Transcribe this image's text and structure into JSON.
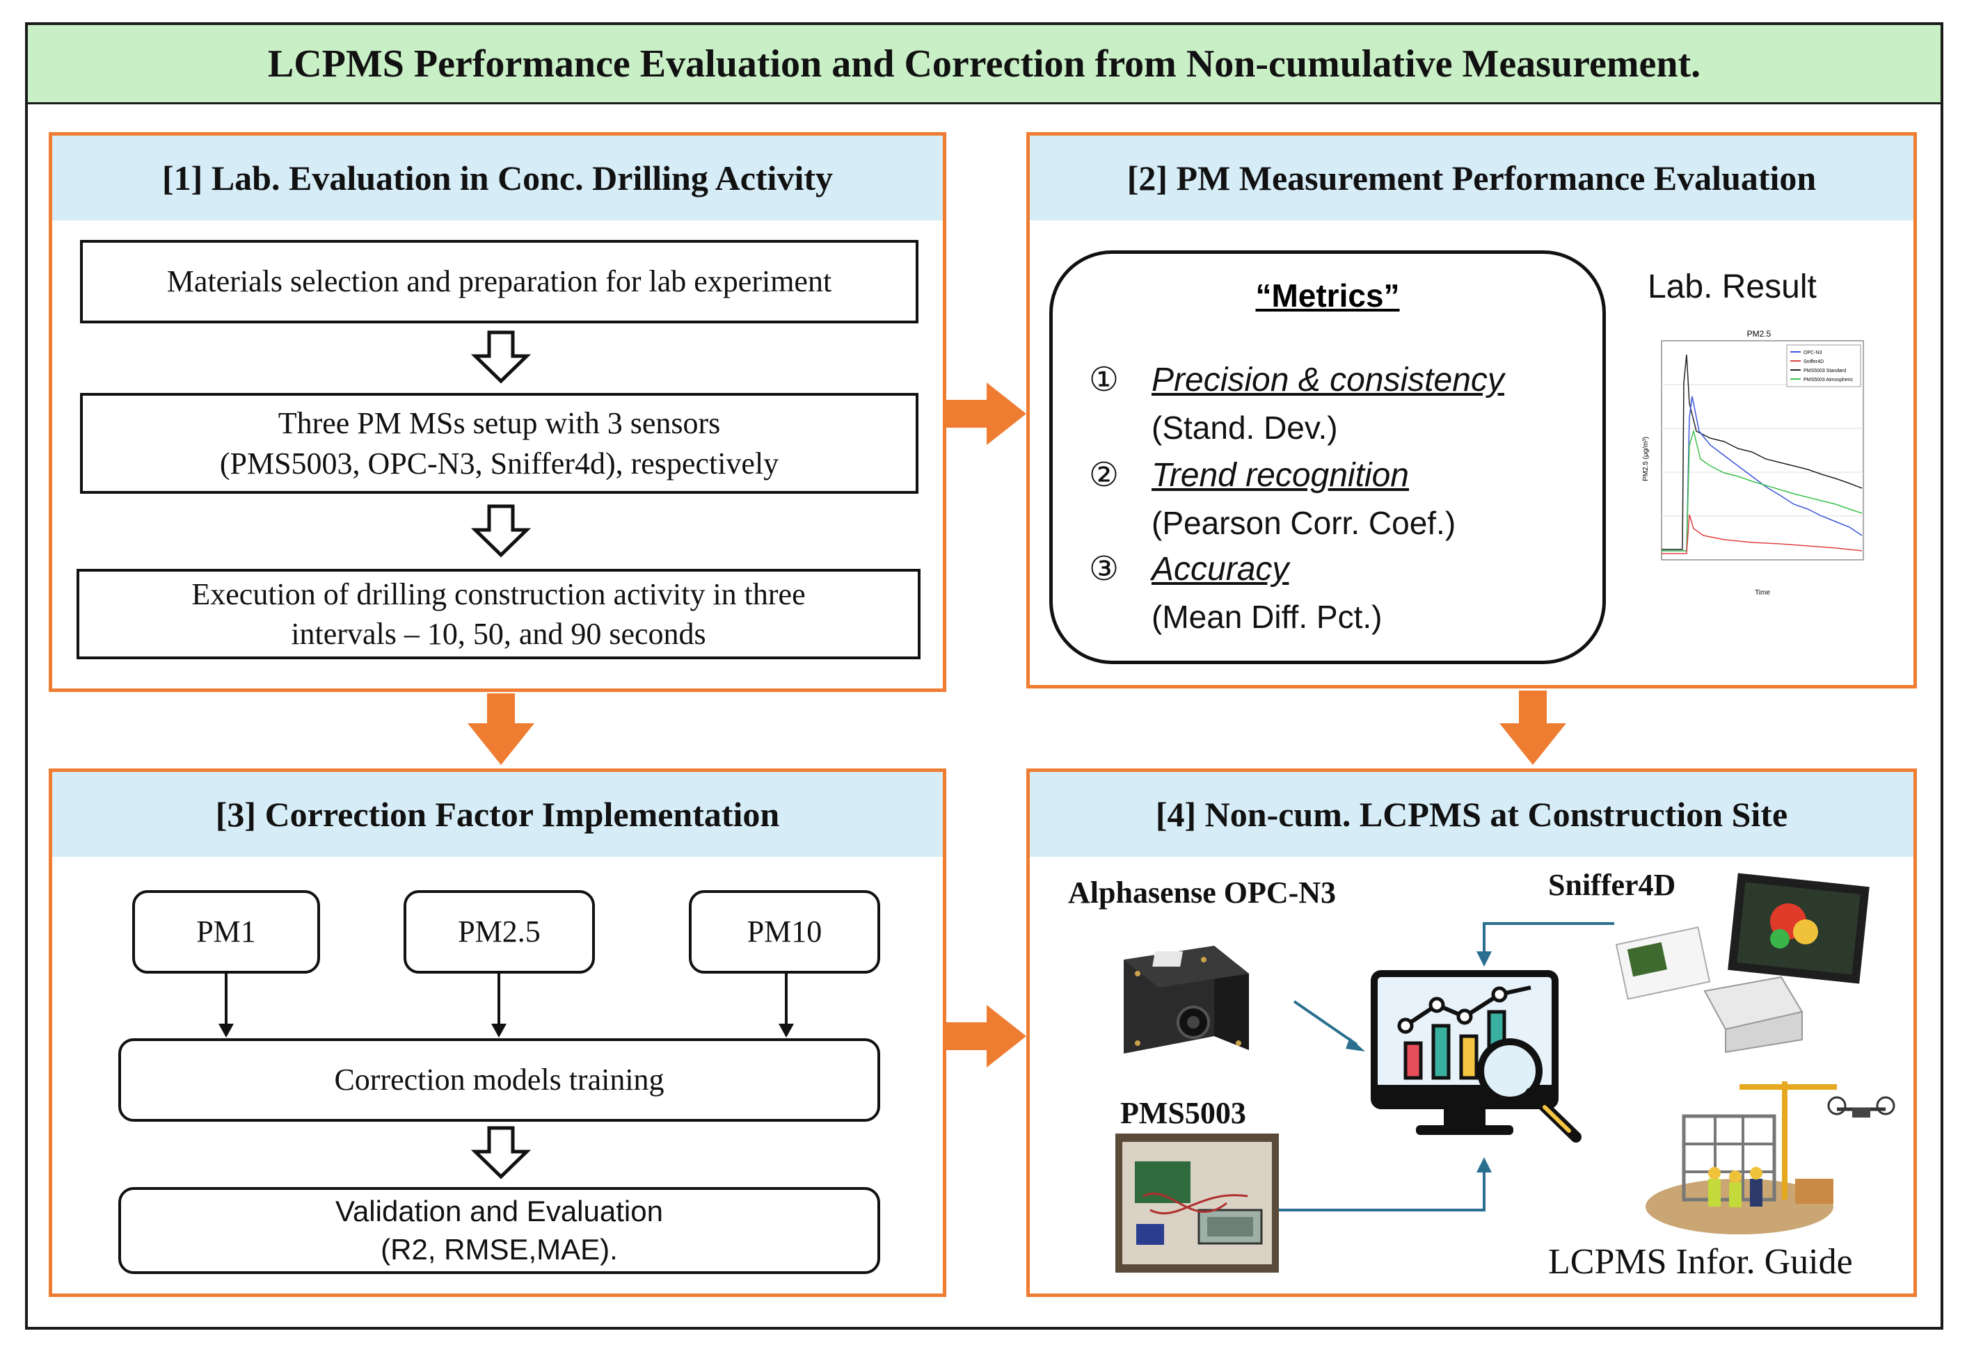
{
  "title": "LCPMS Performance Evaluation and Correction from Non-cumulative Measurement.",
  "panel1": {
    "heading": "[1] Lab. Evaluation in Conc. Drilling Activity",
    "step1": "Materials selection and preparation for lab experiment",
    "step2_line1": "Three PM MSs setup with 3 sensors",
    "step2_line2": "(PMS5003, OPC-N3, Sniffer4d), respectively",
    "step3_line1": "Execution of drilling construction activity in three",
    "step3_line2": "intervals – 10, 50, and 90 seconds"
  },
  "panel2": {
    "heading": "[2] PM Measurement Performance Evaluation",
    "metrics_title": "“Metrics”",
    "metrics": [
      {
        "num": "①",
        "label": "Precision & consistency",
        "sub": "(Stand. Dev.)"
      },
      {
        "num": "②",
        "label": "Trend recognition",
        "sub": "(Pearson Corr. Coef.)"
      },
      {
        "num": "③",
        "label": "Accuracy",
        "sub": "(Mean Diff. Pct.)"
      }
    ],
    "lab_result_label": "Lab. Result",
    "mini_chart_title": "PM2.5",
    "mini_chart_ylabel": "PM2.5 (μg/m³)",
    "mini_chart_xlabel": "Time",
    "mini_chart_legend": [
      "OPC-N3",
      "Sniffer4D",
      "PMS5003 Standard",
      "PMS5003 Atmospheric"
    ]
  },
  "panel3": {
    "heading": "[3] Correction Factor Implementation",
    "inputs": [
      "PM1",
      "PM2.5",
      "PM10"
    ],
    "training": "Correction models training",
    "validation_line1": "Validation and Evaluation",
    "validation_line2": "(R2, RMSE,MAE)."
  },
  "panel4": {
    "heading": "[4] Non-cum. LCPMS at Construction Site",
    "sensor_opc": "Alphasense OPC-N3",
    "sensor_sniffer": "Sniffer4D",
    "sensor_pms": "PMS5003",
    "guide_label": "LCPMS Infor. Guide"
  },
  "colors": {
    "accent_orange": "#ee7d31",
    "title_green": "#c9efc6",
    "header_blue": "#d6ecf7",
    "connector_teal": "#2a6f8f"
  }
}
